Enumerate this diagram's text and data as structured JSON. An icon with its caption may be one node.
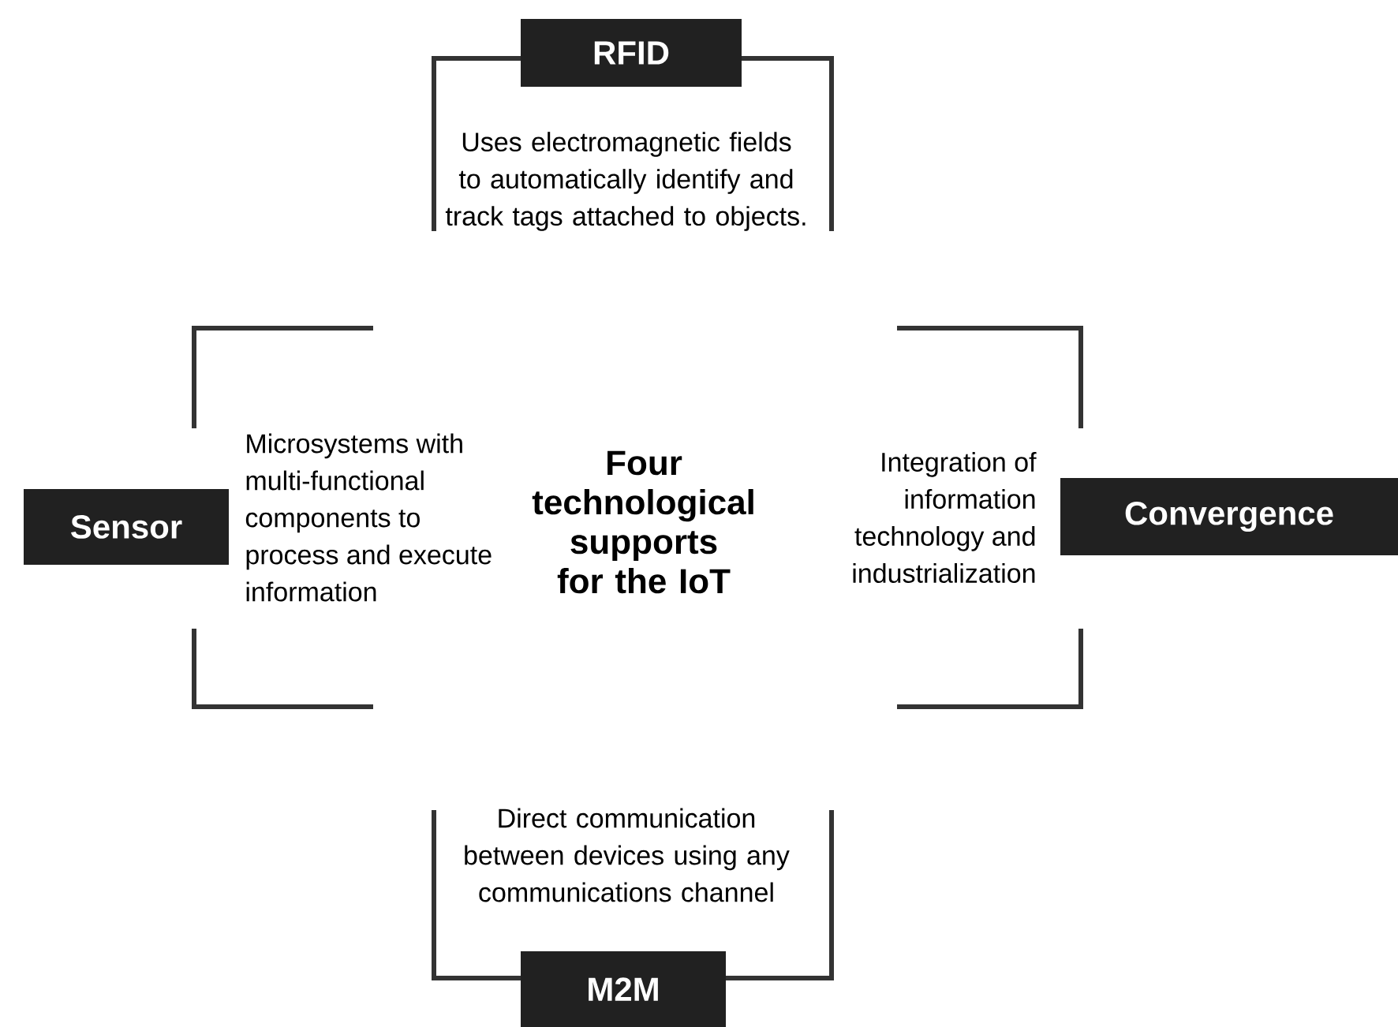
{
  "diagram": {
    "title": "Four technological supports for the IoT",
    "nodes": [
      {
        "text": [
          "RFID",
          "Uses electromagnetic fields to automatically identify and track tags attached to objects."
        ]
      },
      {
        "text": [
          "Sensor",
          "Microsystems with multi-functional components to process and execute information"
        ]
      },
      {
        "text": [
          "Integration of information technology and industrialization",
          "Convergence"
        ]
      },
      {
        "text": [
          "Direct communication between devices using any communications channel",
          "M2M"
        ]
      }
    ]
  }
}
